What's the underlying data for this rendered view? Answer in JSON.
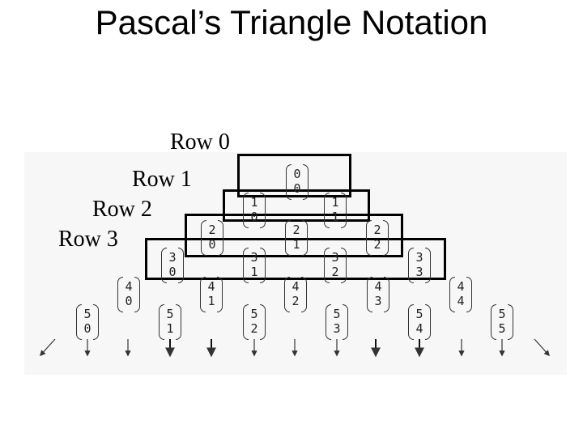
{
  "title": "Pascal’s Triangle Notation",
  "row_labels": [
    "Row 0",
    "Row 1",
    "Row 2",
    "Row 3"
  ],
  "binomials": [
    {
      "n": "0",
      "k": "0"
    },
    {
      "n": "1",
      "k": "0"
    },
    {
      "n": "1",
      "k": "1"
    },
    {
      "n": "2",
      "k": "0"
    },
    {
      "n": "2",
      "k": "1"
    },
    {
      "n": "2",
      "k": "2"
    },
    {
      "n": "3",
      "k": "0"
    },
    {
      "n": "3",
      "k": "1"
    },
    {
      "n": "3",
      "k": "2"
    },
    {
      "n": "3",
      "k": "3"
    },
    {
      "n": "4",
      "k": "0"
    },
    {
      "n": "4",
      "k": "1"
    },
    {
      "n": "4",
      "k": "2"
    },
    {
      "n": "4",
      "k": "3"
    },
    {
      "n": "4",
      "k": "4"
    },
    {
      "n": "5",
      "k": "0"
    },
    {
      "n": "5",
      "k": "1"
    },
    {
      "n": "5",
      "k": "2"
    },
    {
      "n": "5",
      "k": "3"
    },
    {
      "n": "5",
      "k": "4"
    },
    {
      "n": "5",
      "k": "5"
    }
  ]
}
